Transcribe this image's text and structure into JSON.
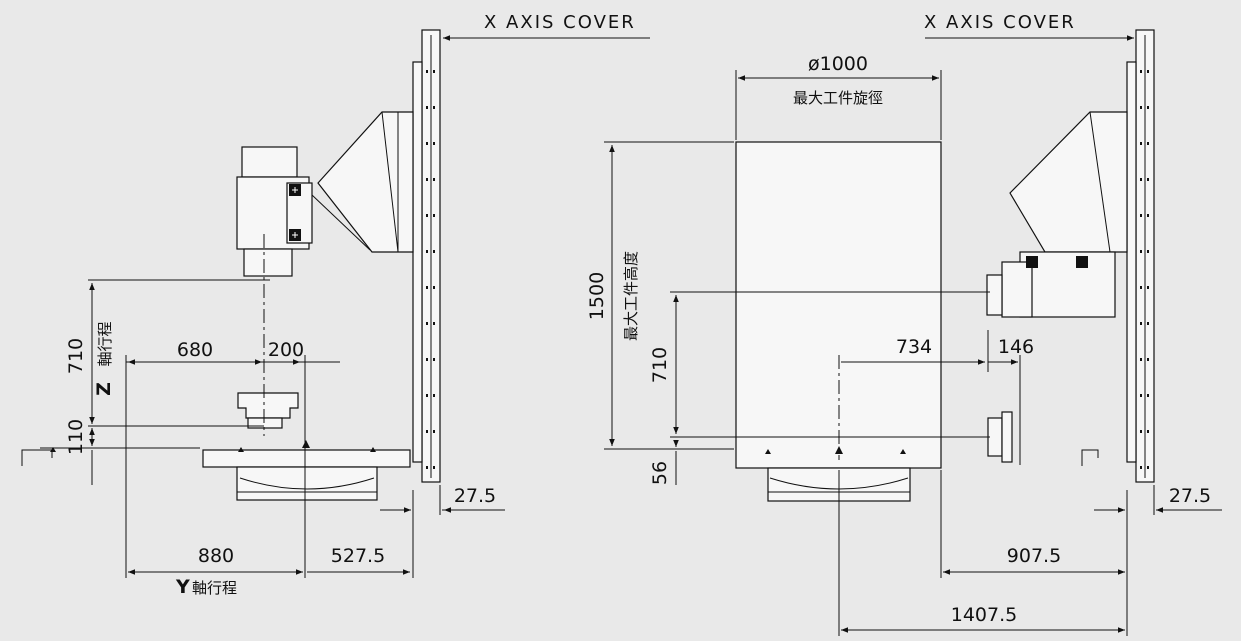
{
  "labels": {
    "left_cover": "X AXIS COVER",
    "right_cover": "X AXIS COVER",
    "dia": "ø1000",
    "dia_cn": "最大工件旋徑",
    "h1500": "1500",
    "height_cn": "最大工件高度",
    "r710": "710",
    "r56": "56",
    "r734": "734",
    "r146": "146",
    "r27_5": "27.5",
    "r907_5": "907.5",
    "r1407_5": "1407.5",
    "l710": "710",
    "z_axis": "Z",
    "z_axis_cn": "軸行程",
    "l110": "110",
    "l680": "680",
    "l200": "200",
    "l27_5": "27.5",
    "l880": "880",
    "l527_5": "527.5",
    "y_axis": "Y",
    "y_axis_cn": "軸行程"
  }
}
